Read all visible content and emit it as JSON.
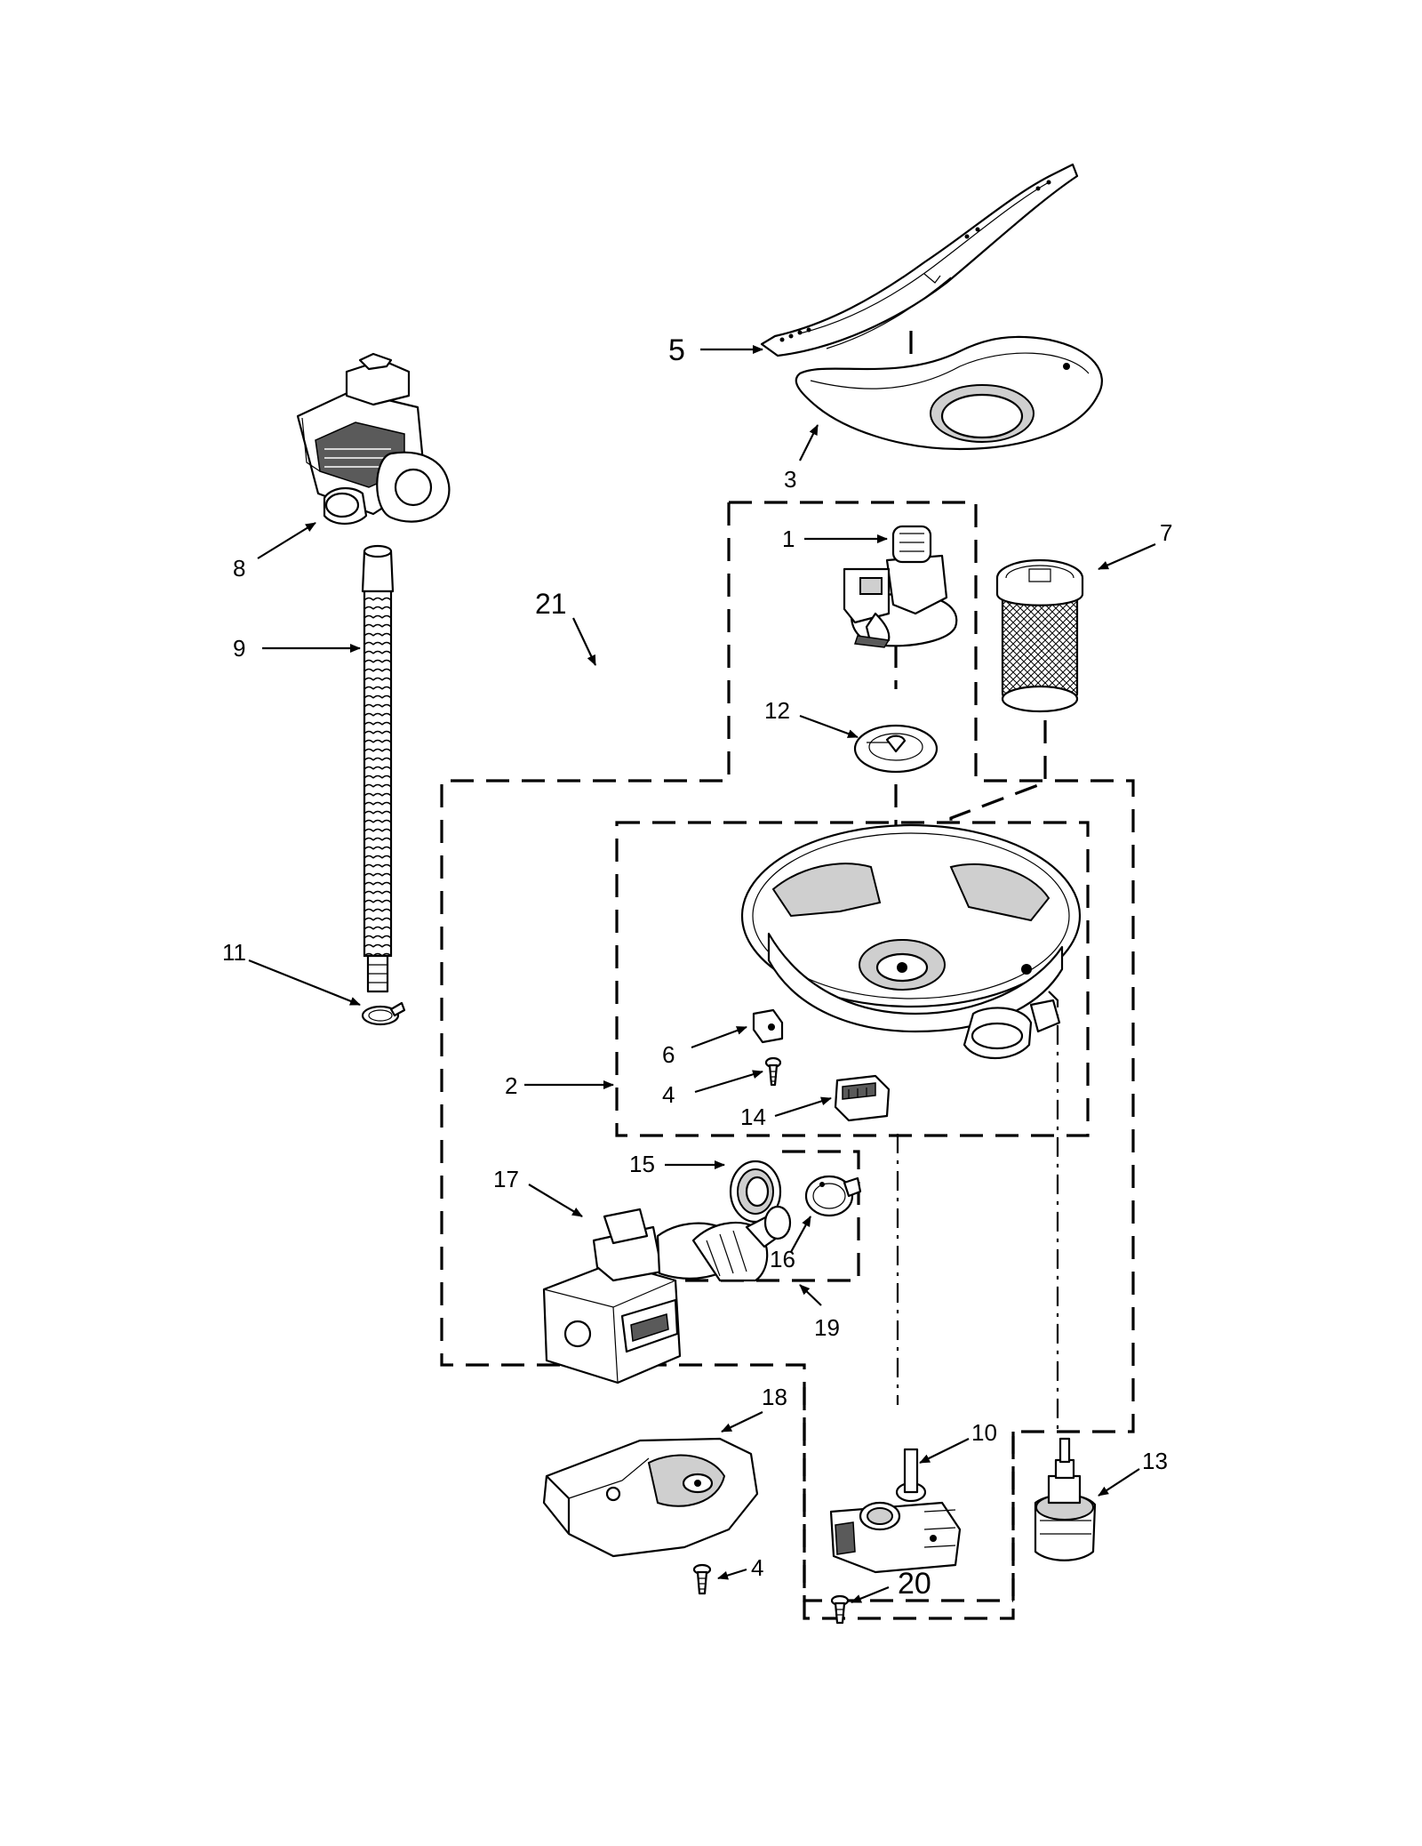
{
  "diagram": {
    "callouts": [
      {
        "id": "c1",
        "label": "1"
      },
      {
        "id": "c2",
        "label": "2"
      },
      {
        "id": "c3",
        "label": "3"
      },
      {
        "id": "c4a",
        "label": "4"
      },
      {
        "id": "c4b",
        "label": "4"
      },
      {
        "id": "c5",
        "label": "5"
      },
      {
        "id": "c6",
        "label": "6"
      },
      {
        "id": "c7",
        "label": "7"
      },
      {
        "id": "c8",
        "label": "8"
      },
      {
        "id": "c9",
        "label": "9"
      },
      {
        "id": "c10",
        "label": "10"
      },
      {
        "id": "c11",
        "label": "11"
      },
      {
        "id": "c12",
        "label": "12"
      },
      {
        "id": "c13",
        "label": "13"
      },
      {
        "id": "c14",
        "label": "14"
      },
      {
        "id": "c15",
        "label": "15"
      },
      {
        "id": "c16",
        "label": "16"
      },
      {
        "id": "c17",
        "label": "17"
      },
      {
        "id": "c18",
        "label": "18"
      },
      {
        "id": "c19",
        "label": "19"
      },
      {
        "id": "c20",
        "label": "20"
      },
      {
        "id": "c21",
        "label": "21"
      }
    ]
  }
}
